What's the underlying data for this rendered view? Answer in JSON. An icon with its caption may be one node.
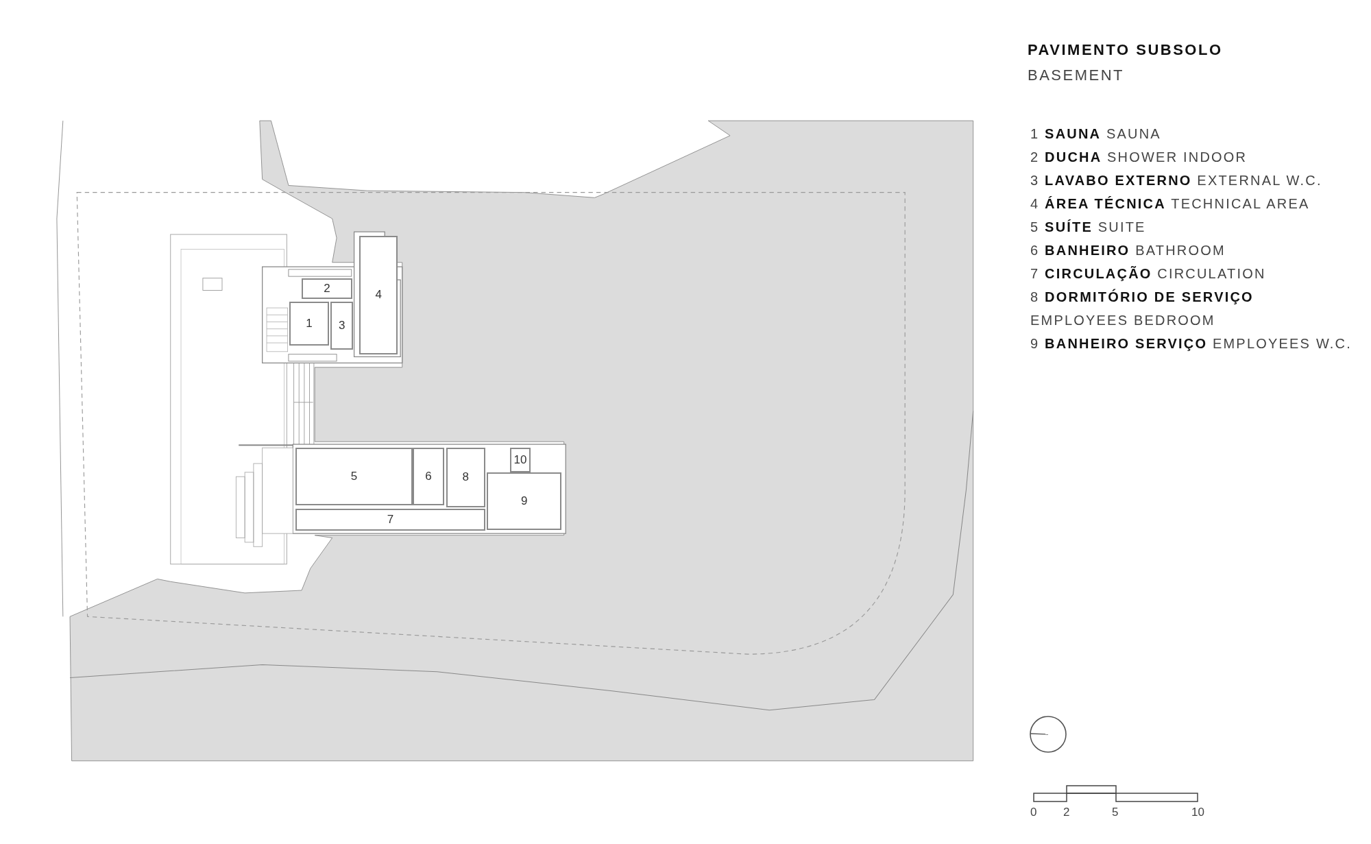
{
  "diagram": {
    "title": "PAVIMENTO SUBSOLO",
    "nodes": [
      {
        "text": [
          "2"
        ]
      },
      {
        "text": [
          "1"
        ]
      },
      {
        "text": [
          "3"
        ]
      },
      {
        "text": [
          "4"
        ]
      },
      {
        "text": [
          "10"
        ]
      },
      {
        "text": [
          "5"
        ]
      },
      {
        "text": [
          "6"
        ]
      },
      {
        "text": [
          "8"
        ]
      },
      {
        "text": [
          "9"
        ]
      },
      {
        "text": [
          "7"
        ]
      }
    ],
    "labels": [
      "BASEMENT",
      "1 **SAUNA** SAUNA",
      "2 **DUCHA** SHOWER INDOOR",
      "3 **LAVABO EXTERNO** EXTERNAL W.C.",
      "4 **ÁREA TÉCNICA** TECHNICAL AREA",
      "5 **SUÍTE** SUITE",
      "6 **BANHEIRO** BATHROOM",
      "7 **CIRCULAÇÃO** CIRCULATION",
      "8 **DORMITÓRIO DE SERVIÇO** EMPLOYEES BEDROOM",
      "9 **BANHEIRO SERVIÇO** EMPLOYEES W.C.",
      "0",
      "2",
      "5",
      "10"
    ]
  }
}
